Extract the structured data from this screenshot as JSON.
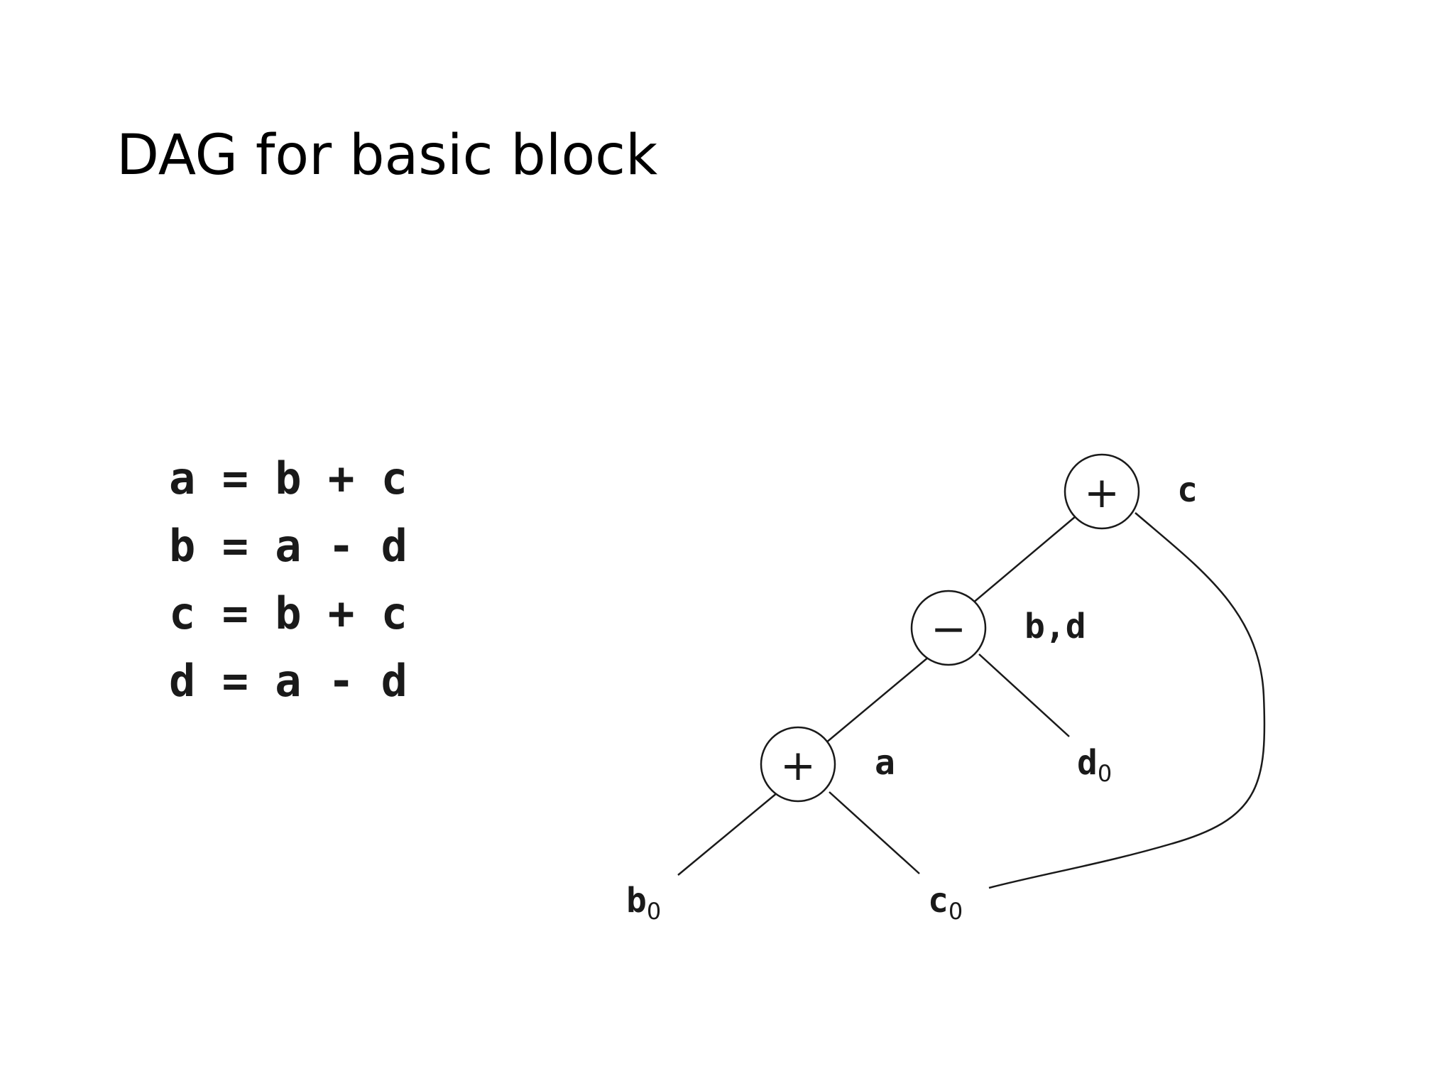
{
  "title": "DAG for basic block",
  "code": [
    "a = b + c",
    "b = a - d",
    "c = b + c",
    "d = a - d"
  ],
  "dag": {
    "nodes": [
      {
        "id": "plus_top",
        "op": "+",
        "labels": "c"
      },
      {
        "id": "minus",
        "op": "−",
        "labels": "b,d"
      },
      {
        "id": "plus_bottom",
        "op": "+",
        "labels": "a"
      }
    ],
    "leaves": [
      {
        "id": "b0",
        "name": "b",
        "sub": "0"
      },
      {
        "id": "c0",
        "name": "c",
        "sub": "0"
      },
      {
        "id": "d0",
        "name": "d",
        "sub": "0"
      }
    ]
  }
}
